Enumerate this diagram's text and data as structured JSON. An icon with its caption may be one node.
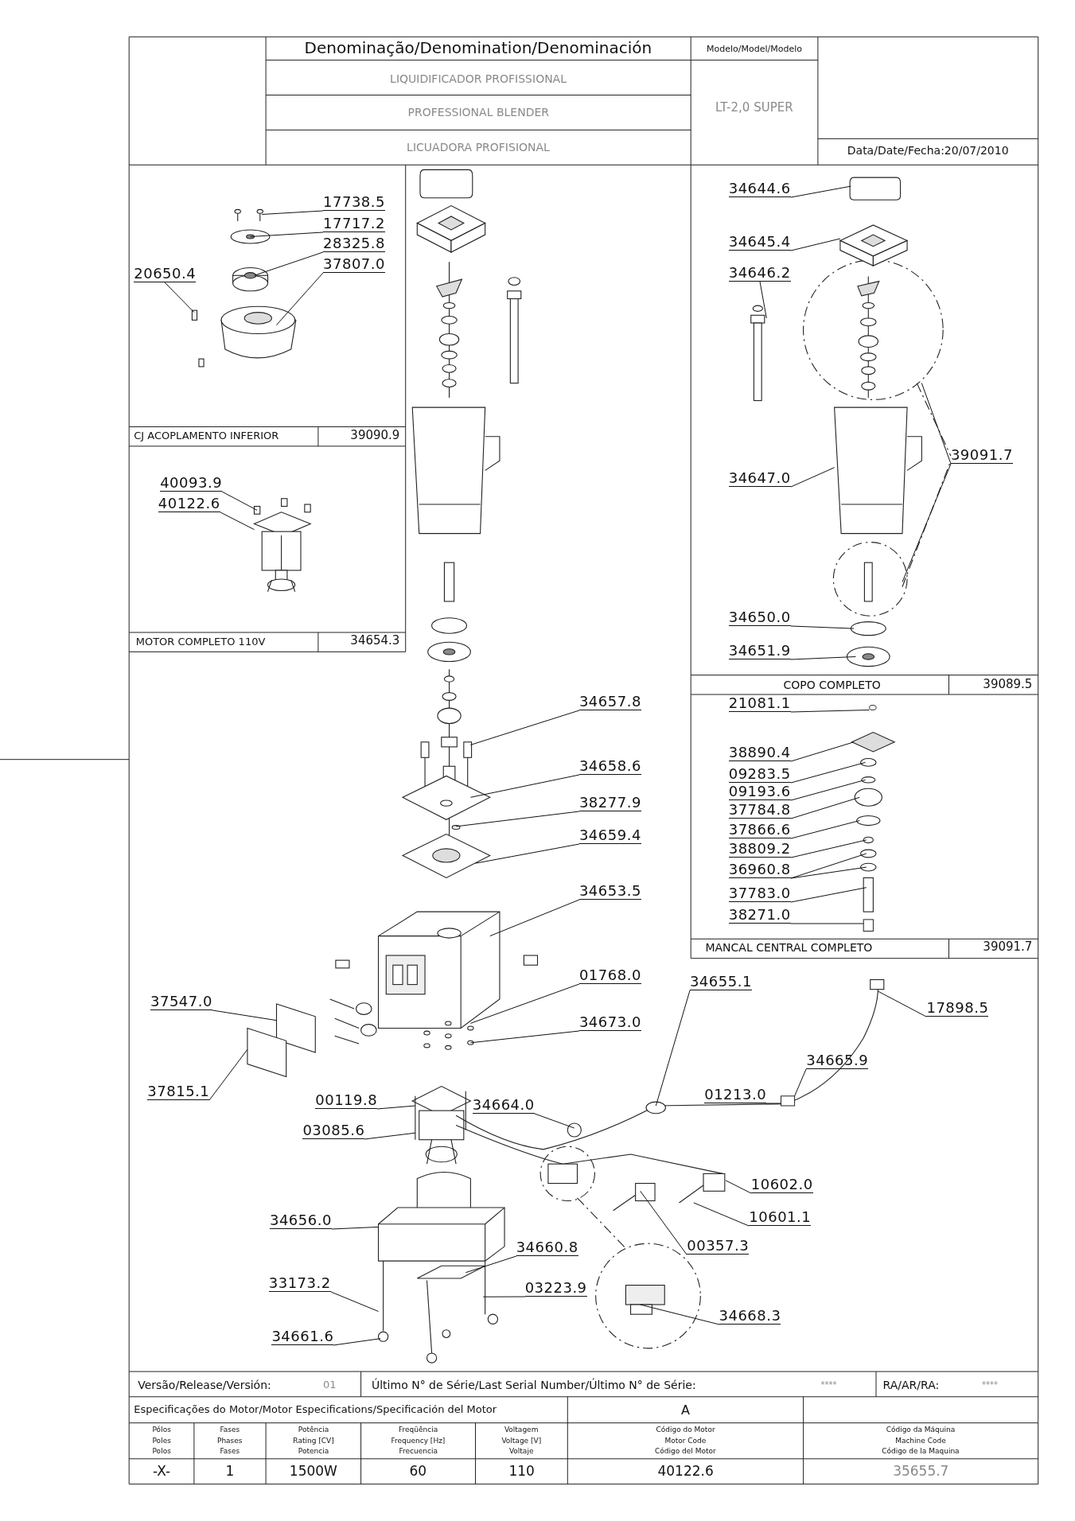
{
  "diagram": {
    "nodes": [
      {
        "text": [
          "17738.5"
        ]
      },
      {
        "text": [
          "17717.2"
        ]
      },
      {
        "text": [
          "28325.8"
        ]
      },
      {
        "text": [
          "37807.0"
        ]
      },
      {
        "text": [
          "20650.4"
        ]
      },
      {
        "text": [
          "34644.6"
        ]
      },
      {
        "text": [
          "34645.4"
        ]
      },
      {
        "text": [
          "34646.2"
        ]
      },
      {
        "text": [
          "39091.7"
        ]
      },
      {
        "text": [
          "34647.0"
        ]
      },
      {
        "text": [
          "40093.9"
        ]
      },
      {
        "text": [
          "40122.6"
        ]
      },
      {
        "text": [
          "34650.0"
        ]
      },
      {
        "text": [
          "34651.9"
        ]
      },
      {
        "text": [
          "21081.1"
        ]
      },
      {
        "text": [
          "34657.8"
        ]
      },
      {
        "text": [
          "38890.4"
        ]
      },
      {
        "text": [
          "34658.6"
        ]
      },
      {
        "text": [
          "09283.5"
        ]
      },
      {
        "text": [
          "09193.6"
        ]
      },
      {
        "text": [
          "38277.9"
        ]
      },
      {
        "text": [
          "37784.8"
        ]
      },
      {
        "text": [
          "37866.6"
        ]
      },
      {
        "text": [
          "34659.4"
        ]
      },
      {
        "text": [
          "38809.2"
        ]
      },
      {
        "text": [
          "36960.8"
        ]
      },
      {
        "text": [
          "34653.5"
        ]
      },
      {
        "text": [
          "37783.0"
        ]
      },
      {
        "text": [
          "38271.0"
        ]
      },
      {
        "text": [
          "01768.0"
        ]
      },
      {
        "text": [
          "34655.1"
        ]
      },
      {
        "text": [
          "37547.0"
        ]
      },
      {
        "text": [
          "17898.5"
        ]
      },
      {
        "text": [
          "34673.0"
        ]
      },
      {
        "text": [
          "34665.9"
        ]
      },
      {
        "text": [
          "37815.1"
        ]
      },
      {
        "text": [
          "01213.0"
        ]
      },
      {
        "text": [
          "00119.8"
        ]
      },
      {
        "text": [
          "34664.0"
        ]
      },
      {
        "text": [
          "03085.6"
        ]
      },
      {
        "text": [
          "10602.0"
        ]
      },
      {
        "text": [
          "10601.1"
        ]
      },
      {
        "text": [
          "34656.0"
        ]
      },
      {
        "text": [
          "00357.3"
        ]
      },
      {
        "text": [
          "34660.8"
        ]
      },
      {
        "text": [
          "33173.2"
        ]
      },
      {
        "text": [
          "03223.9"
        ]
      },
      {
        "text": [
          "34668.3"
        ]
      },
      {
        "text": [
          "34661.6"
        ]
      },
      {
        "text": [],
        "shape": "circle"
      },
      {
        "text": [],
        "shape": "box"
      },
      {
        "text": [],
        "shape": "box"
      }
    ],
    "edges": [
      {
        "from": 0,
        "to": null,
        "arrow": "none"
      },
      {
        "from": 1,
        "to": null,
        "arrow": "none"
      },
      {
        "from": 2,
        "to": null,
        "arrow": "none"
      },
      {
        "from": 3,
        "to": null,
        "arrow": "none"
      },
      {
        "from": 4,
        "to": null,
        "arrow": "none"
      },
      {
        "from": 5,
        "to": null,
        "arrow": "none"
      },
      {
        "from": 6,
        "to": null,
        "arrow": "none"
      },
      {
        "from": 7,
        "to": null,
        "arrow": "none"
      },
      {
        "from": 8,
        "to": null,
        "arrow": "none"
      },
      {
        "from": 8,
        "to": null,
        "arrow": "none"
      },
      {
        "from": 9,
        "to": null,
        "arrow": "none"
      },
      {
        "from": 10,
        "to": null,
        "arrow": "none"
      },
      {
        "from": 11,
        "to": null,
        "arrow": "none"
      },
      {
        "from": 12,
        "to": null,
        "arrow": "none"
      },
      {
        "from": 13,
        "to": null,
        "arrow": "none"
      },
      {
        "from": 14,
        "to": 49,
        "arrow": "none"
      },
      {
        "from": 15,
        "to": null,
        "arrow": "none"
      },
      {
        "from": 16,
        "to": null,
        "arrow": "none"
      },
      {
        "from": 17,
        "to": null,
        "arrow": "none"
      },
      {
        "from": 18,
        "to": null,
        "arrow": "none"
      },
      {
        "from": 19,
        "to": null,
        "arrow": "none"
      },
      {
        "from": 20,
        "to": null,
        "arrow": "none"
      },
      {
        "from": 21,
        "to": null,
        "arrow": "none"
      },
      {
        "from": 22,
        "to": null,
        "arrow": "none"
      },
      {
        "from": 23,
        "to": null,
        "arrow": "none"
      },
      {
        "from": 24,
        "to": null,
        "arrow": "none"
      },
      {
        "from": 25,
        "to": null,
        "arrow": "none"
      },
      {
        "from": 25,
        "to": null,
        "arrow": "none"
      },
      {
        "from": 26,
        "to": null,
        "arrow": "none"
      },
      {
        "from": 27,
        "to": null,
        "arrow": "none"
      },
      {
        "from": 28,
        "to": 50,
        "arrow": "none"
      },
      {
        "from": 29,
        "to": null,
        "arrow": "none"
      },
      {
        "from": 30,
        "to": null,
        "arrow": "none"
      },
      {
        "from": 31,
        "to": null,
        "arrow": "none"
      },
      {
        "from": 32,
        "to": null,
        "arrow": "none"
      },
      {
        "from": 33,
        "to": null,
        "arrow": "none"
      },
      {
        "from": 34,
        "to": 51,
        "arrow": "none"
      },
      {
        "from": 35,
        "to": null,
        "arrow": "none"
      },
      {
        "from": 36,
        "to": 51,
        "arrow": "none"
      },
      {
        "from": 37,
        "to": null,
        "arrow": "none"
      },
      {
        "from": 38,
        "to": null,
        "arrow": "none"
      },
      {
        "from": 39,
        "to": null,
        "arrow": "none"
      },
      {
        "from": 40,
        "to": null,
        "arrow": "none"
      },
      {
        "from": 41,
        "to": null,
        "arrow": "none"
      },
      {
        "from": 42,
        "to": null,
        "arrow": "none"
      },
      {
        "from": 43,
        "to": null,
        "arrow": "none"
      },
      {
        "from": 44,
        "to": null,
        "arrow": "none"
      },
      {
        "from": 45,
        "to": null,
        "arrow": "none"
      },
      {
        "from": 46,
        "to": null,
        "arrow": "none"
      },
      {
        "from": 47,
        "to": null,
        "arrow": "none"
      },
      {
        "from": 48,
        "to": null,
        "arrow": "none"
      }
    ],
    "labels": [
      "Denominação/Denomination/Denominación",
      "Modelo/Model/Modelo",
      "LIQUIDIFICADOR PROFISSIONAL",
      "LT-2,0 SUPER",
      "PROFESSIONAL BLENDER",
      "LICUADORA PROFISIONAL",
      "Data/Date/Fecha:20/07/2010",
      "CJ ACOPLAMENTO INFERIOR",
      "39090.9",
      "MOTOR COMPLETO 110V",
      "34654.3",
      "COPO COMPLETO",
      "39089.5",
      "MANCAL CENTRAL COMPLETO",
      "39091.7",
      "Versão/Release/Versión:",
      "01",
      "Último N° de Série/Last Serial Number/Último N° de Série:",
      "****",
      "RA/AR/RA:",
      "****",
      "Especificações do Motor/Motor Especifications/Specificación del Motor",
      "A",
      "Pólos",
      "Fases",
      "Potência",
      "Freqüência",
      "Voltagem",
      "Código do Motor",
      "Código da Máquina",
      "Poles",
      "Phases",
      "Rating [CV]",
      "Frequency [Hz]",
      "Voltage [V]",
      "Motor Code",
      "Machine Code",
      "Polos",
      "Fases",
      "Potencia",
      "Frecuencia",
      "Voltaje",
      "Código del Motor",
      "Código de la Maquina",
      "-X-",
      "1",
      "1500W",
      "60",
      "110",
      "40122.6",
      "35655.7"
    ]
  }
}
